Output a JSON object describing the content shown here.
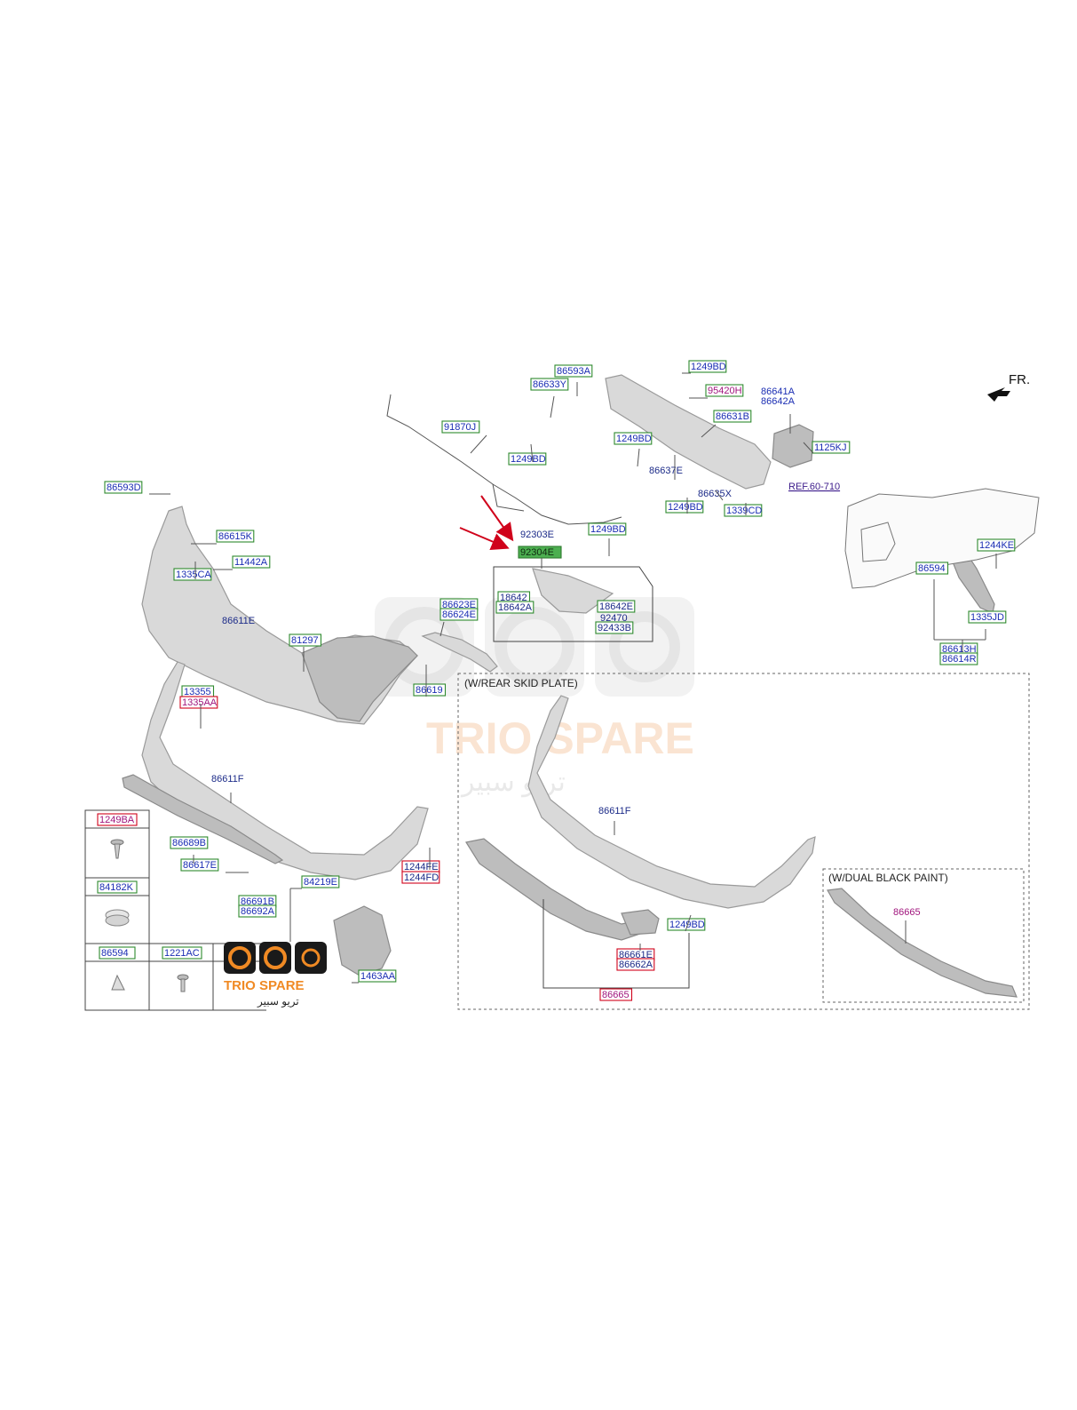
{
  "orientation_label": "FR.",
  "ref_label": "REF.60-710",
  "sections": {
    "rear_skid_plate": "(W/REAR SKID PLATE)",
    "dual_black_paint": "(W/DUAL BLACK PAINT)"
  },
  "parts": {
    "p86593D": "86593D",
    "p86615K": "86615K",
    "p11442A": "11442A",
    "p1335CA": "1335CA",
    "p86611E": "86611E",
    "p81297": "81297",
    "p13355": "13355",
    "p1335AA": "1335AA",
    "p86611F": "86611F",
    "p86689B": "86689B",
    "p86617E": "86617E",
    "p1244FE": "1244FE",
    "p1244FD": "1244FD",
    "p84219E": "84219E",
    "p86691B": "86691B",
    "p86692A": "86692A",
    "p1463AA": "1463AA",
    "p86593A": "86593A",
    "p86633Y": "86633Y",
    "p1249BD_a": "1249BD",
    "p95420H": "95420H",
    "p86641A": "86641A",
    "p86642A": "86642A",
    "p86631B": "86631B",
    "p91870J": "91870J",
    "p1249BD_b": "1249BD",
    "p1249BD_c": "1249BD",
    "p1125KJ": "1125KJ",
    "p86637E": "86637E",
    "p86635X": "86635X",
    "p1249BD_d": "1249BD",
    "p1339CD": "1339CD",
    "p92303E": "92303E",
    "p92304E": "92304E",
    "p1249BD_e": "1249BD",
    "p18642": "18642",
    "p18642A": "18642A",
    "p18642E": "18642E",
    "p92470": "92470",
    "p92433B": "92433B",
    "p86623E": "86623E",
    "p86624E": "86624E",
    "p86619": "86619",
    "p1244KE": "1244KE",
    "p86594_r": "86594",
    "p1335JD": "1335JD",
    "p86613H": "86613H",
    "p86614R": "86614R",
    "p86611F_b": "86611F",
    "p1249BD_f": "1249BD",
    "p86661E": "86661E",
    "p86662A": "86662A",
    "p86665_a": "86665",
    "p86665_b": "86665"
  },
  "legend": {
    "cells": [
      "1249BA",
      "84182K",
      "86594",
      "1221AC"
    ]
  },
  "watermark": {
    "brand_en": "TRIO SPARE",
    "brand_ar": "تريو سبير"
  },
  "colors": {
    "label_blue": "#1a2db3",
    "label_magenta": "#a0157d",
    "box_green": "#2f8a2f",
    "box_red": "#d0021b",
    "highlight_green": "#4caf50",
    "arrow_red": "#d0021b",
    "brand_orange": "#f08a24"
  },
  "icons": [
    "direction-arrow-icon",
    "red-pointer-arrow-icon",
    "screw-icon",
    "plug-cap-icon",
    "clip-icon",
    "bolt-icon"
  ]
}
